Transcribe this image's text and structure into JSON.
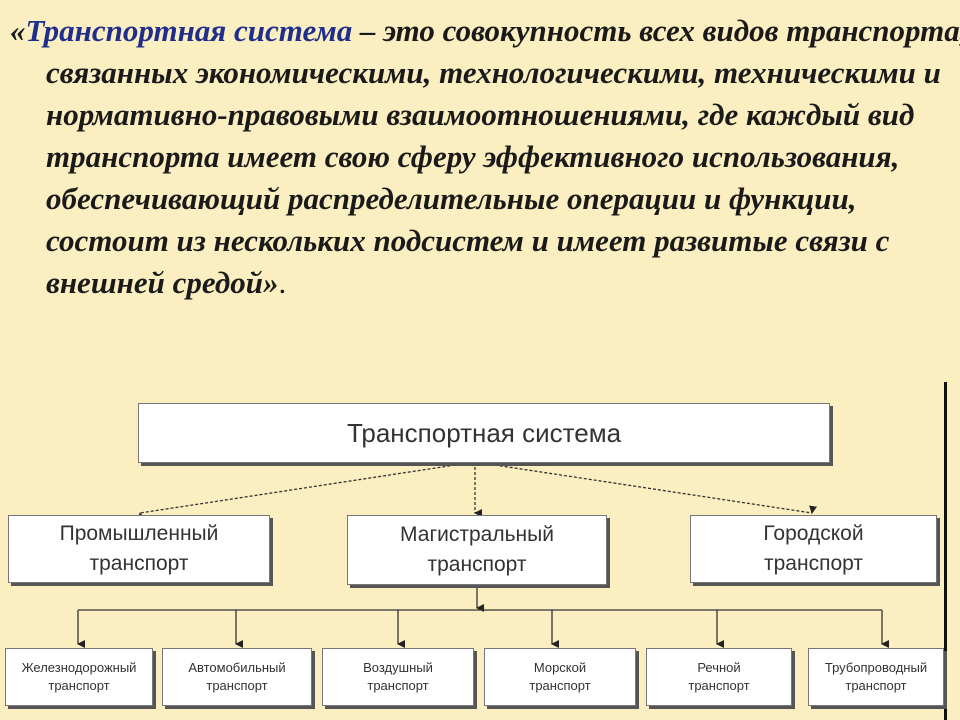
{
  "definition": {
    "open_quote": "«",
    "term": "Транспортная система",
    "body": " – это совокупность всех видов транспорта, связанных экономическими, технологическими, техническими и нормативно-правовыми взаимоотношениями, где каждый вид транспорта имеет свою сферу эффективного использования, обеспечивающий распределительные операции и функции, состоит из нескольких подсистем и имеет развитые связи с внешней средой»",
    "end": "."
  },
  "diagram": {
    "root": "Транспортная система",
    "level2": [
      {
        "line1": "Промышленный",
        "line2": "транспорт"
      },
      {
        "line1": "Магистральный",
        "line2": "транспорт"
      },
      {
        "line1": "Городской",
        "line2": "транспорт"
      }
    ],
    "level3": [
      {
        "line1": "Железнодорожный",
        "line2": "транспорт"
      },
      {
        "line1": "Автомобильный",
        "line2": "транспорт"
      },
      {
        "line1": "Воздушный",
        "line2": "транспорт"
      },
      {
        "line1": "Морской",
        "line2": "транспорт"
      },
      {
        "line1": "Речной",
        "line2": "транспорт"
      },
      {
        "line1": "Трубопроводный",
        "line2": "транспорт"
      }
    ]
  }
}
